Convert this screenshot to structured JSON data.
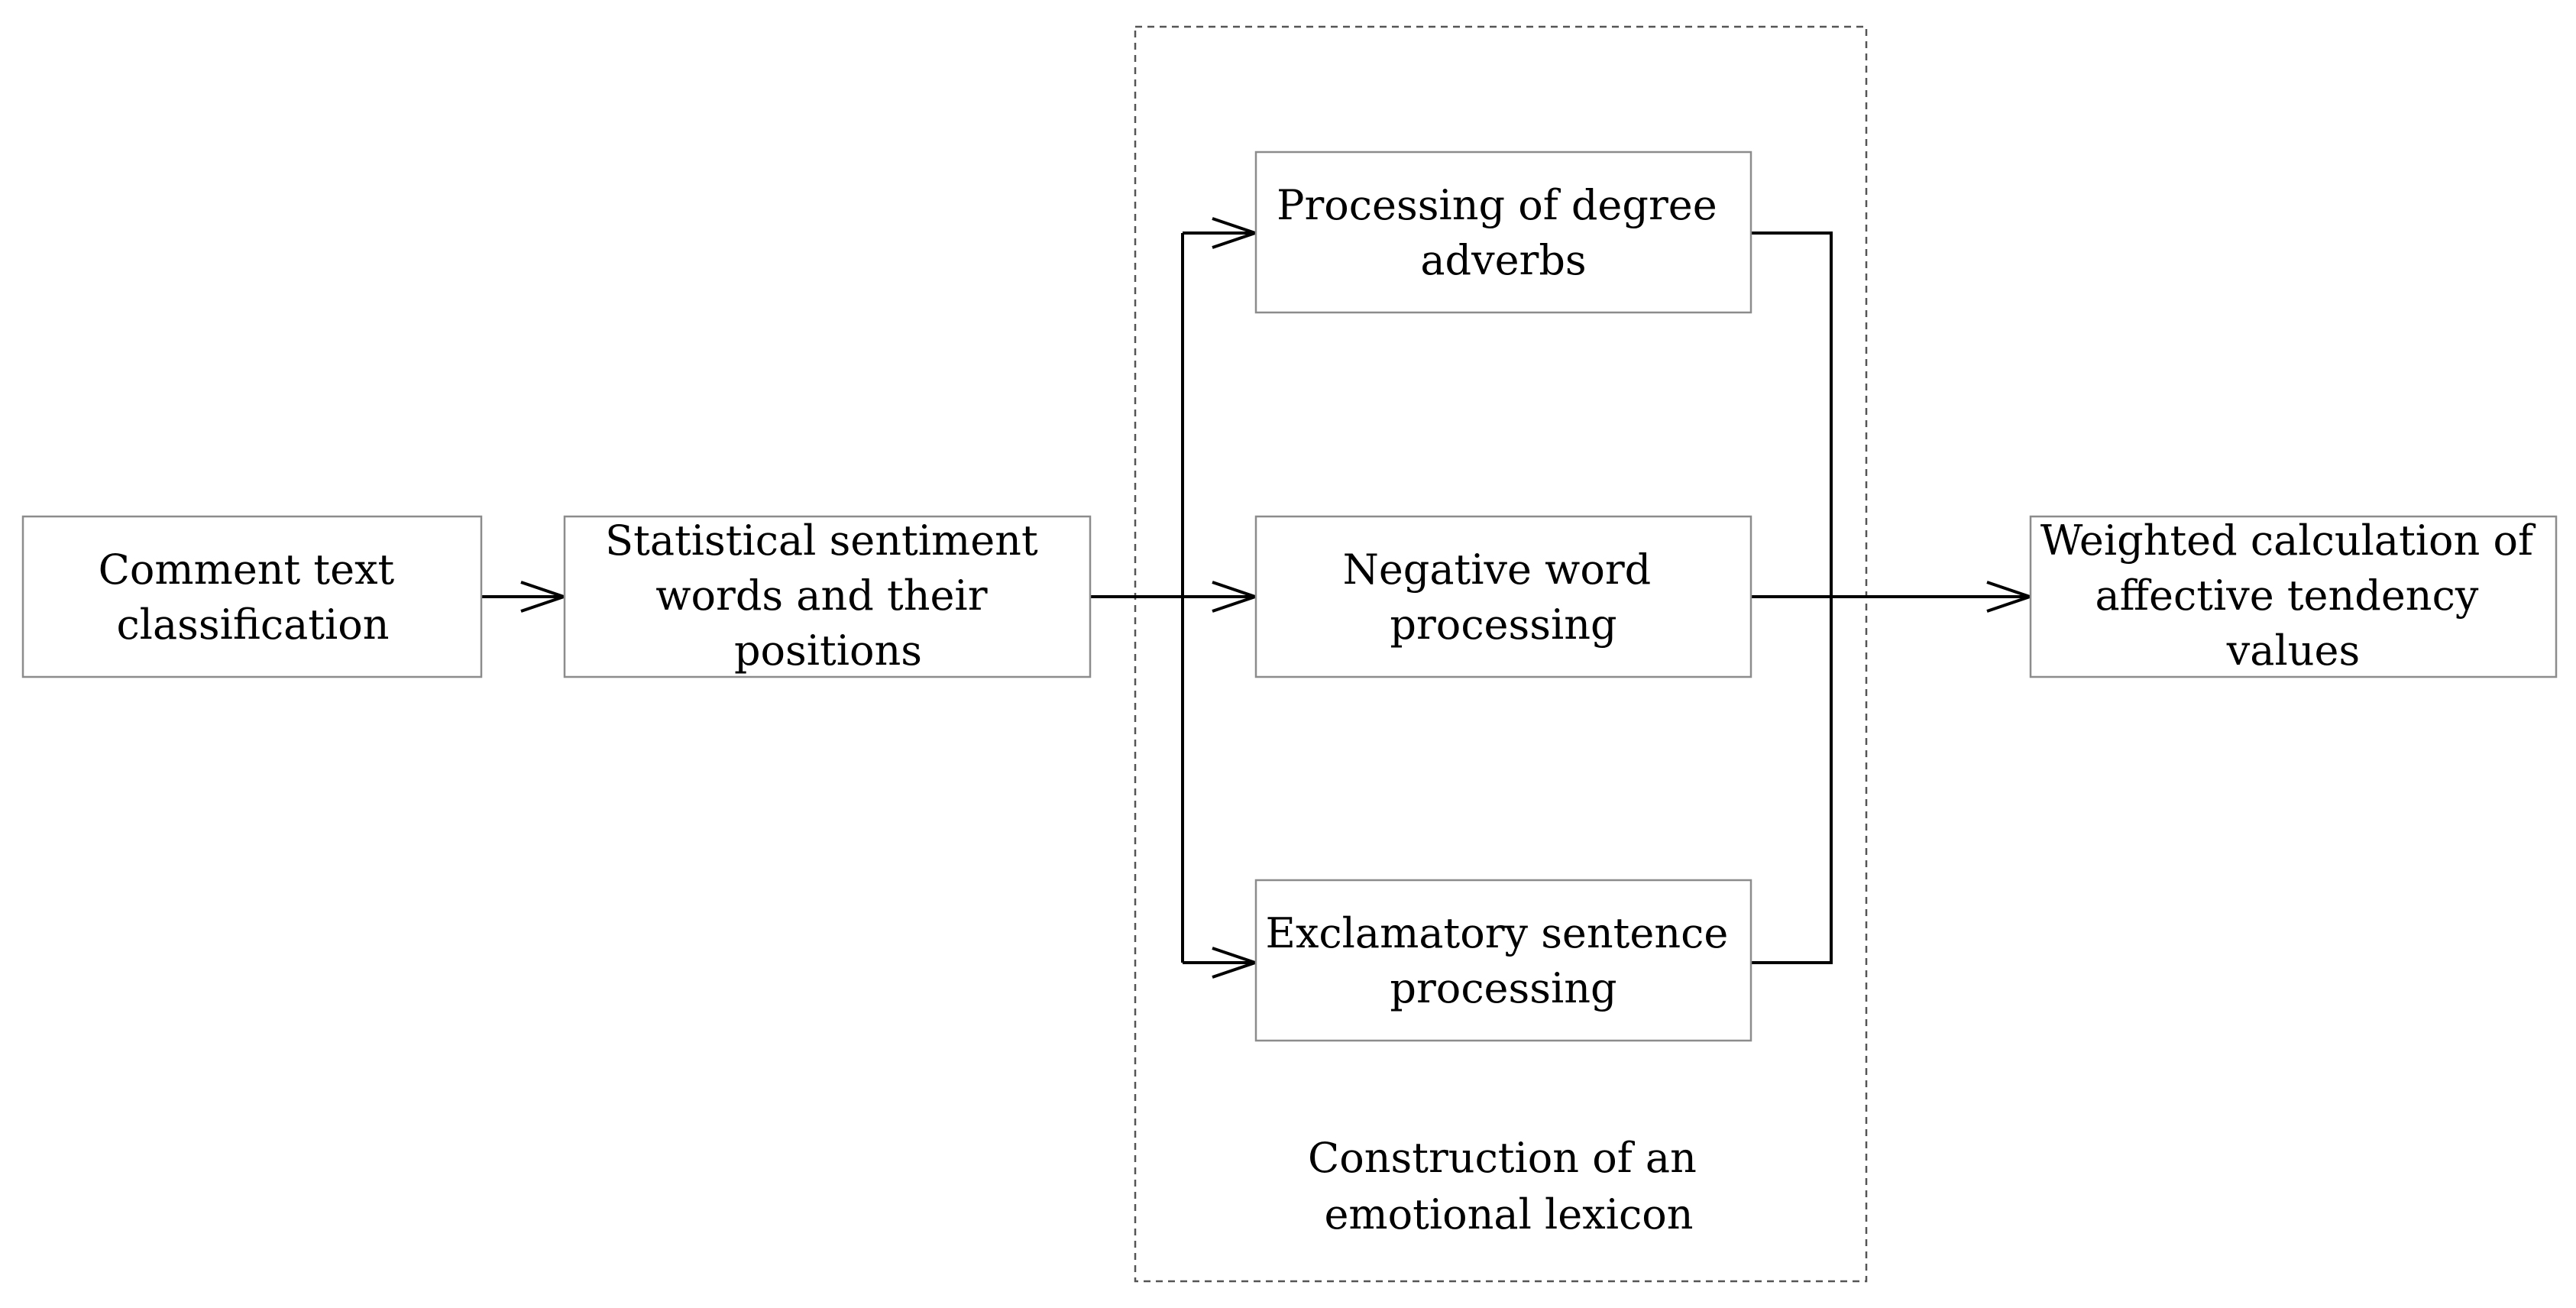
{
  "diagram": {
    "nodes": {
      "comment_text": {
        "lines": [
          "Comment text",
          "classification"
        ]
      },
      "statistical_sentiment": {
        "lines": [
          "Statistical sentiment",
          "words and their",
          "positions"
        ]
      },
      "degree_adverbs": {
        "lines": [
          "Processing of degree",
          "adverbs"
        ]
      },
      "negative_word": {
        "lines": [
          "Negative word",
          "processing"
        ]
      },
      "exclamatory": {
        "lines": [
          "Exclamatory sentence",
          "processing"
        ]
      },
      "weighted_calc": {
        "lines": [
          "Weighted calculation of",
          "affective tendency",
          "values"
        ]
      }
    },
    "group": {
      "lines": [
        "Construction of an",
        "emotional lexicon"
      ]
    },
    "edges": [
      {
        "from": "Comment text classification",
        "to": "Statistical sentiment words and their positions"
      },
      {
        "from": "Statistical sentiment words and their positions",
        "to": "Processing of degree adverbs"
      },
      {
        "from": "Statistical sentiment words and their positions",
        "to": "Negative word processing"
      },
      {
        "from": "Statistical sentiment words and their positions",
        "to": "Exclamatory sentence processing"
      },
      {
        "from": "Processing of degree adverbs",
        "to": "Weighted calculation of affective tendency values"
      },
      {
        "from": "Negative word processing",
        "to": "Weighted calculation of affective tendency values"
      },
      {
        "from": "Exclamatory sentence processing",
        "to": "Weighted calculation of affective tendency values"
      }
    ]
  }
}
